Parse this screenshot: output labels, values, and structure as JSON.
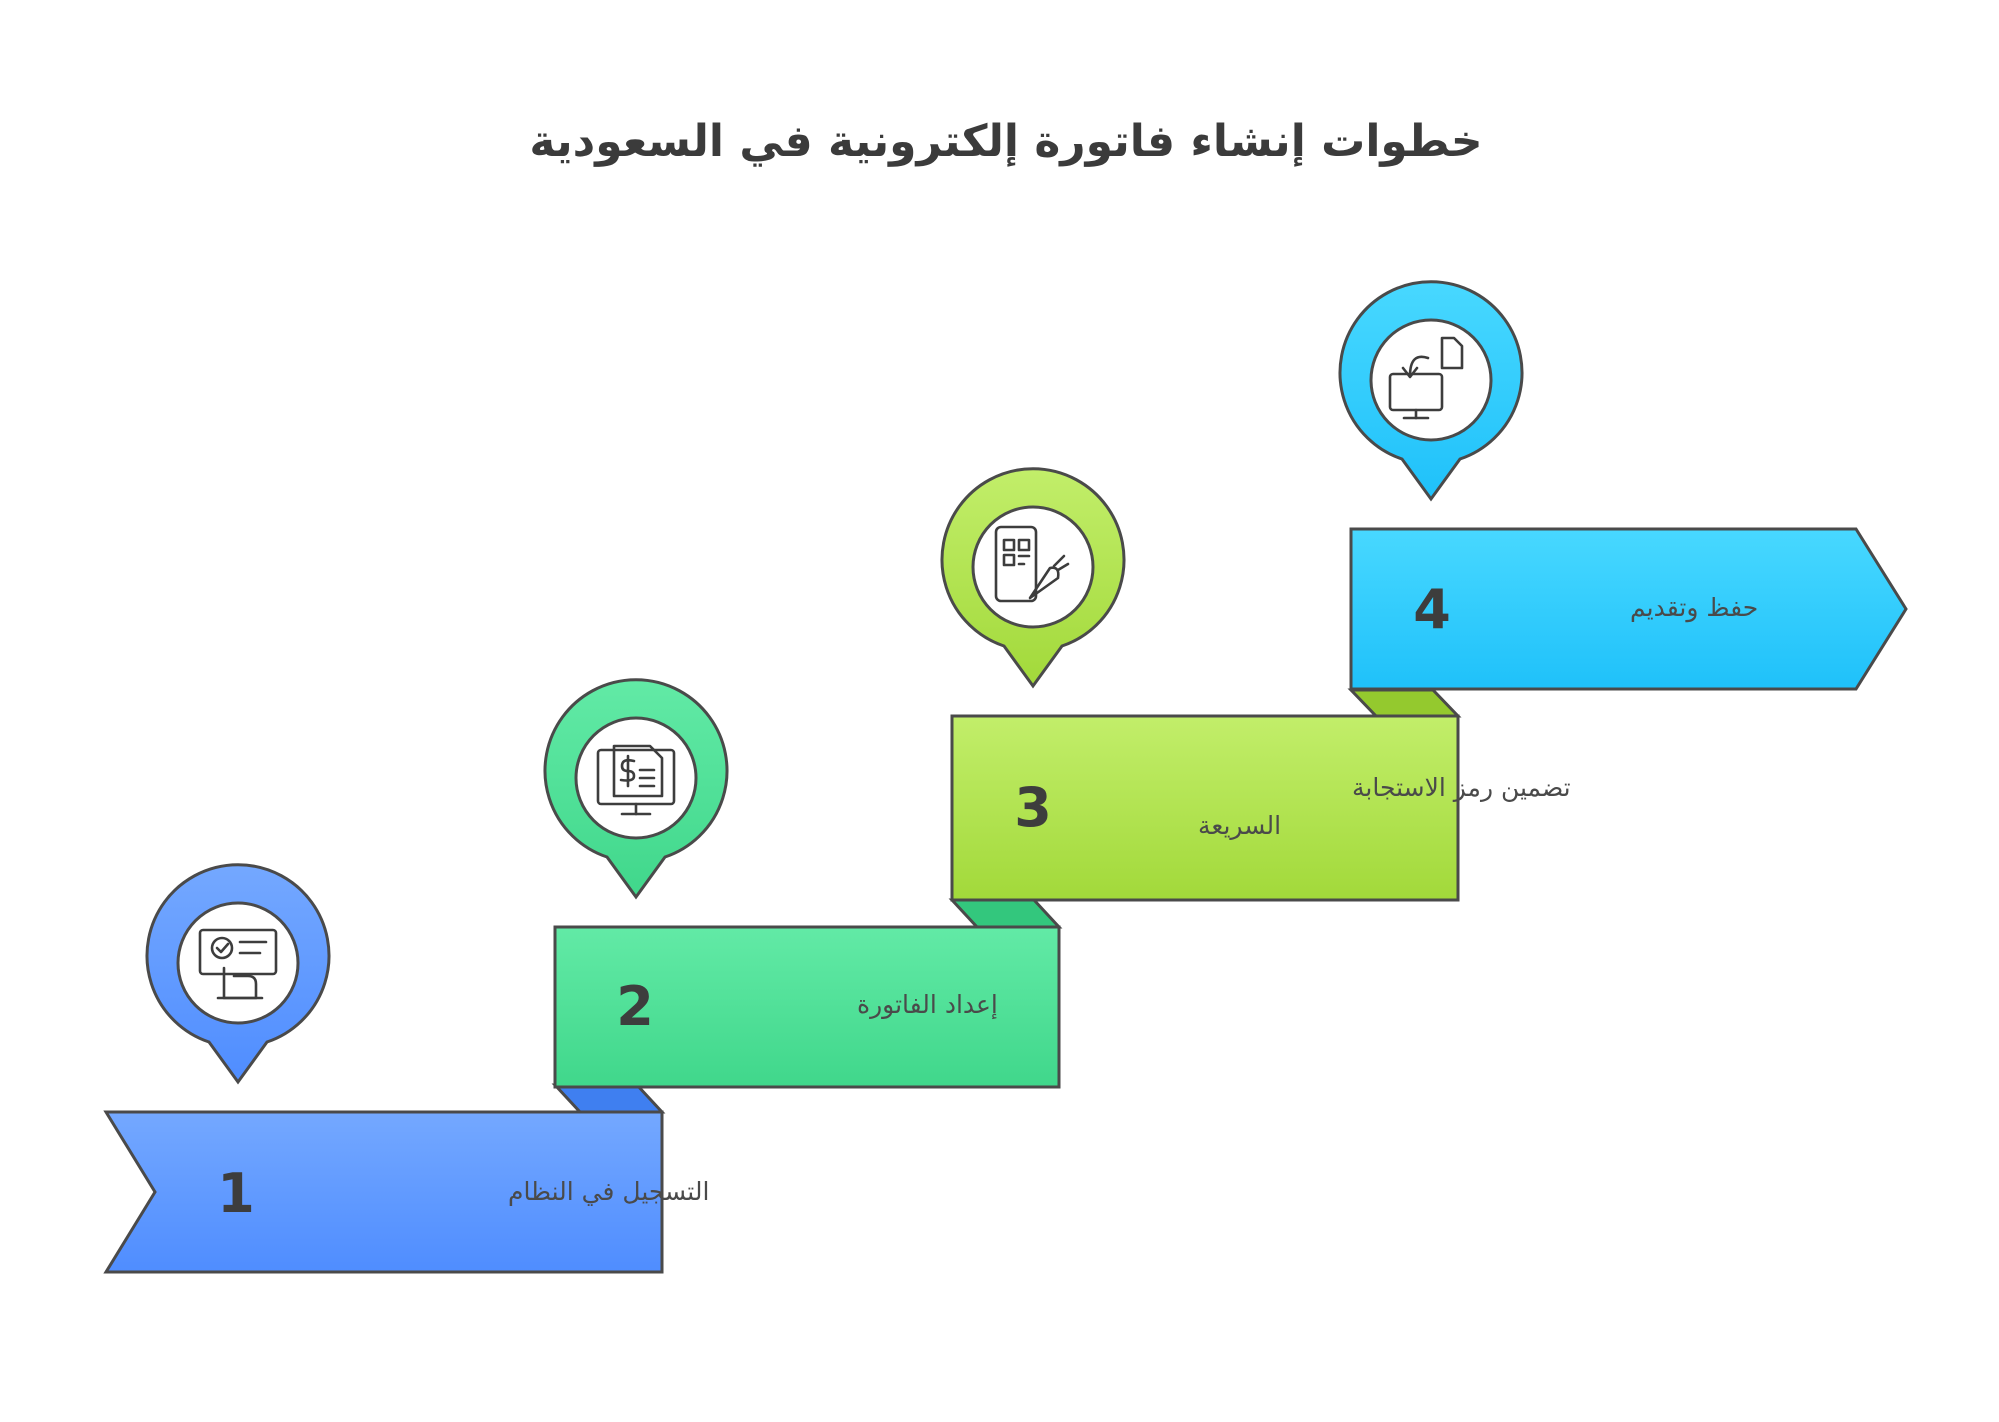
{
  "title": "خطوات إنشاء فاتورة إلكترونية في السعودية",
  "steps": [
    {
      "number": "1",
      "label": "التسجيل في النظام",
      "icon": "registration-card-icon",
      "color": "#5b97ff",
      "color_light": "#74a8ff"
    },
    {
      "number": "2",
      "label": "إعداد الفاتورة",
      "icon": "invoice-monitor-icon",
      "color": "#44dc8f",
      "color_light": "#5fe8a3"
    },
    {
      "number": "3",
      "label_lines": [
        "تضمين رمز الاستجابة",
        "السريعة"
      ],
      "icon": "qr-phone-icon",
      "color": "#a6de3d",
      "color_light": "#c3ee68"
    },
    {
      "number": "4",
      "label": "حفظ وتقديم",
      "icon": "save-submit-icon",
      "color": "#22c4fb",
      "color_light": "#47d6ff"
    }
  ]
}
